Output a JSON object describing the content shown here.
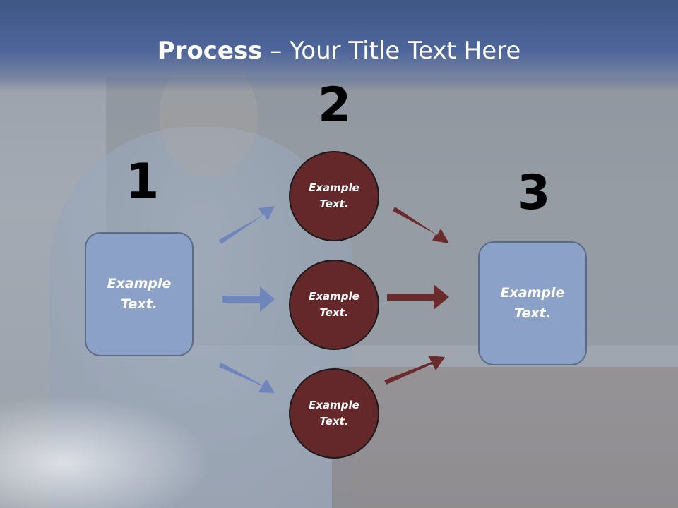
{
  "title": {
    "bold": "Process",
    "rest": " – Your Title Text Here"
  },
  "steps": {
    "n1": "1",
    "n2": "2",
    "n3": "3"
  },
  "box_left": "Example Text.",
  "box_right": "Example Text.",
  "circles": [
    "Example Text.",
    "Example Text.",
    "Example Text."
  ],
  "colors": {
    "box": "#8ba1c8",
    "circle": "#64282a",
    "arrow_blue": "#6f86bd",
    "arrow_red": "#6a2b2d",
    "header": "#4d659a"
  }
}
